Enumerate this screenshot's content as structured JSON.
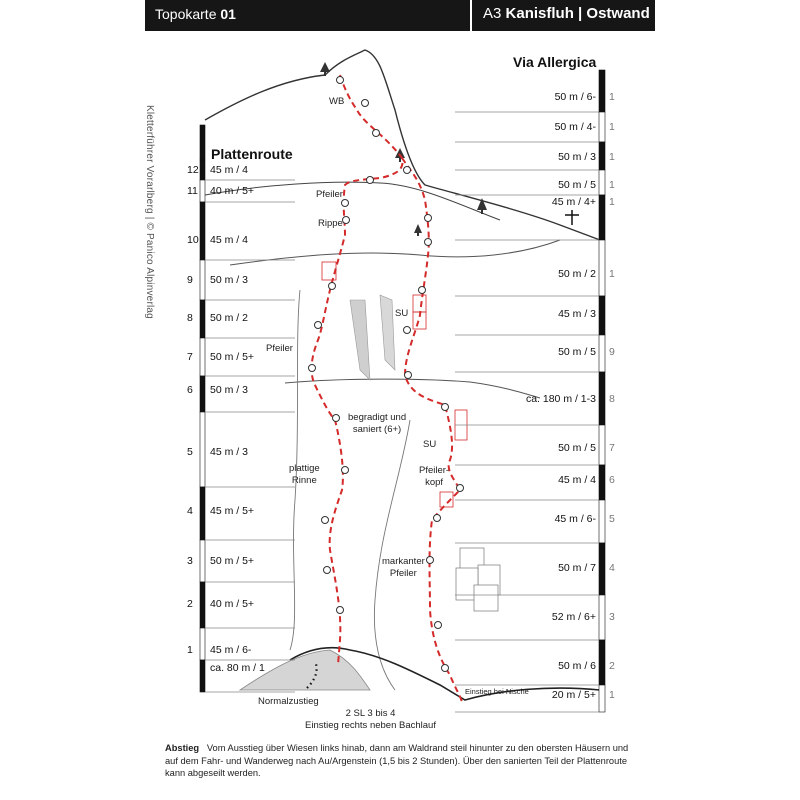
{
  "header": {
    "left_label": "Topokarte",
    "left_number": "01",
    "right_prefix": "A3",
    "right_title": "Kanisfluh | Ostwand"
  },
  "side_credit": "Kletterführer Vorarlberg | © Panico Alpinverlag",
  "left_route": {
    "title": "Plattenroute",
    "pitches": [
      {
        "num": "12",
        "label": "45 m / 4"
      },
      {
        "num": "11",
        "label": "40 m / 5+"
      },
      {
        "num": "10",
        "label": "45 m / 4"
      },
      {
        "num": "9",
        "label": "50 m / 3"
      },
      {
        "num": "8",
        "label": "50 m / 2"
      },
      {
        "num": "7",
        "label": "50 m / 5+"
      },
      {
        "num": "6",
        "label": "50 m / 3"
      },
      {
        "num": "5",
        "label": "45 m / 3"
      },
      {
        "num": "4",
        "label": "45 m / 5+"
      },
      {
        "num": "3",
        "label": "50 m / 5+"
      },
      {
        "num": "2",
        "label": "40 m / 5+"
      },
      {
        "num": "1",
        "label": "45 m / 6-"
      },
      {
        "num": "",
        "label": "ca. 80 m / 1"
      }
    ]
  },
  "right_route": {
    "title": "Via Allergica",
    "pitches": [
      {
        "num": "1",
        "label": "50 m / 6-"
      },
      {
        "num": "1",
        "label": "50 m / 4-"
      },
      {
        "num": "1",
        "label": "50 m / 3"
      },
      {
        "num": "1",
        "label": "50 m / 5"
      },
      {
        "num": "1",
        "label": "45 m / 4+"
      },
      {
        "num": "1",
        "label": "50 m / 2"
      },
      {
        "num": "",
        "label": "45 m / 3"
      },
      {
        "num": "9",
        "label": "50 m / 5"
      },
      {
        "num": "8",
        "label": "ca. 180 m / 1-3"
      },
      {
        "num": "7",
        "label": "50 m / 5"
      },
      {
        "num": "6",
        "label": "45 m / 4"
      },
      {
        "num": "5",
        "label": "45 m / 6-"
      },
      {
        "num": "4",
        "label": "50 m / 7"
      },
      {
        "num": "3",
        "label": "52 m / 6+"
      },
      {
        "num": "2",
        "label": "50 m / 6"
      },
      {
        "num": "1",
        "label": "20 m / 5+"
      }
    ]
  },
  "annotations": {
    "wb": "WB",
    "pfeiler_top": "Pfeiler",
    "rippe": "Rippe",
    "su_upper": "SU",
    "pfeiler_left": "Pfeiler",
    "begradigt_1": "begradigt und",
    "begradigt_2": "saniert (6+)",
    "su_lower": "SU",
    "plattige_1": "plattige",
    "plattige_2": "Rinne",
    "pfeilerkopf_1": "Pfeiler-",
    "pfeilerkopf_2": "kopf",
    "markanter_1": "markanter",
    "markanter_2": "Pfeiler",
    "einstieg_nische": "Einstieg bei Nische",
    "normalzustieg": "Normalzustieg",
    "sl_1": "2 SL 3 bis 4",
    "sl_2": "Einstieg rechts neben Bachlauf"
  },
  "footer": {
    "label": "Abstieg",
    "text": "Vom Ausstieg über Wiesen links hinab, dann am Waldrand steil hinunter zu den obersten Häusern und auf dem Fahr- und Wanderweg nach Au/Argenstein (1,5 bis 2 Stunden). Über den sanierten Teil der Plattenroute kann abgeseilt werden."
  },
  "colors": {
    "route_line": "#d42a2a",
    "header_bg": "#161616",
    "bar_black": "#111111"
  }
}
